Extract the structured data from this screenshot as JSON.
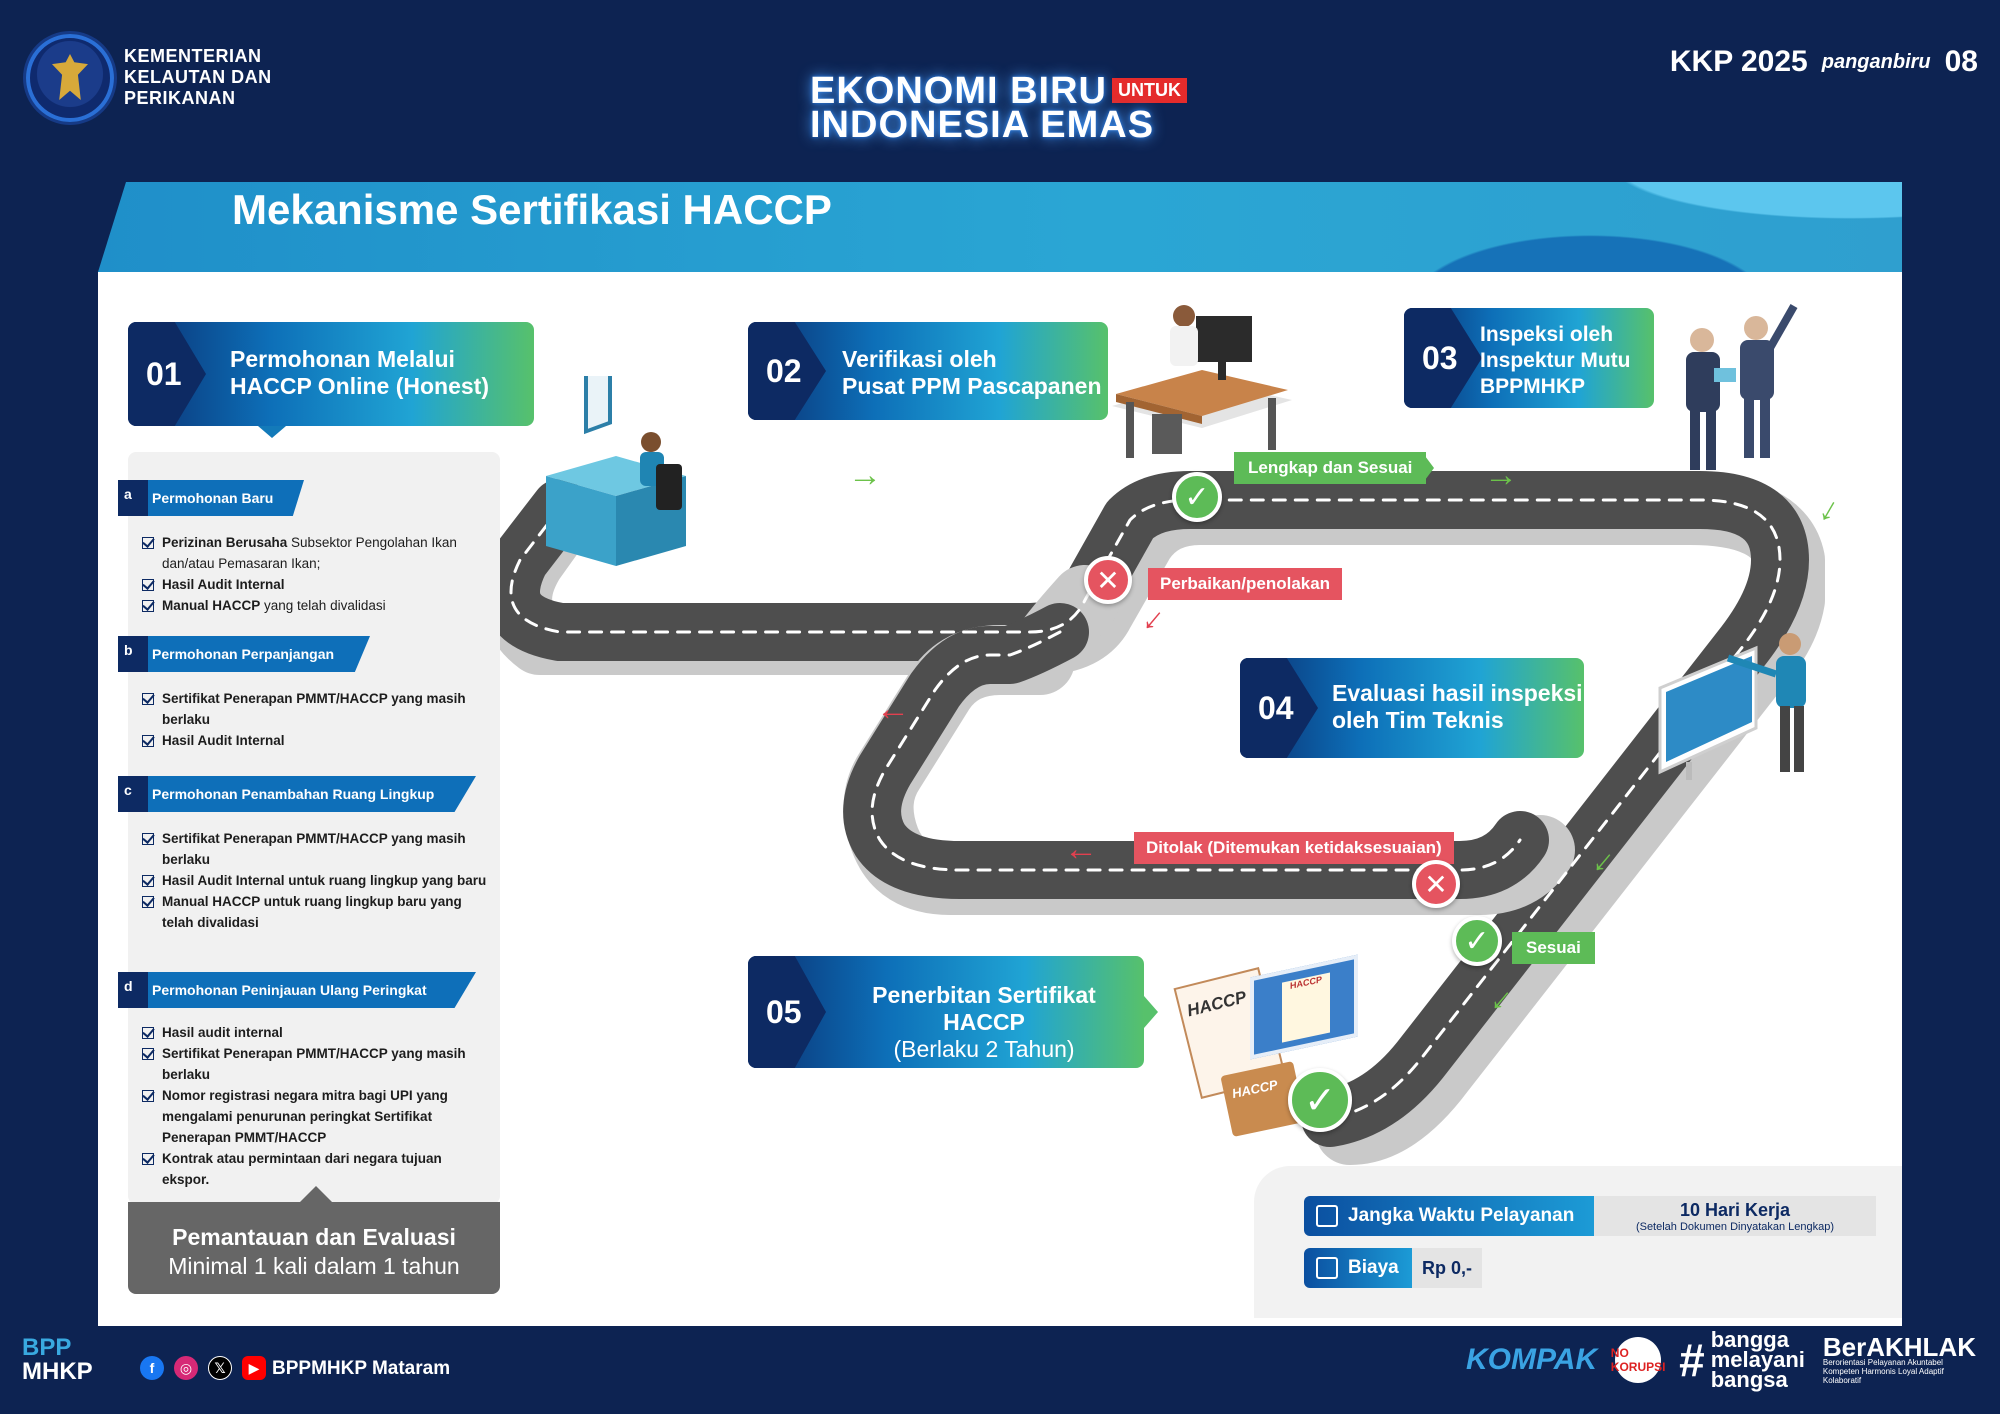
{
  "header": {
    "ministry_name": "KEMENTERIAN KELAUTAN DAN PERIKANAN",
    "campaign_line1": "EKONOMI BIRU",
    "campaign_tag": "UNTUK",
    "campaign_line2": "INDONESIA EMAS",
    "partner_logos": [
      "KKP 2025",
      "panganbiru",
      "08"
    ]
  },
  "title": "Mekanisme Sertifikasi HACCP",
  "steps": [
    {
      "num": "01",
      "line1": "Permohonan Melalui",
      "line2": "HACCP Online (Honest)"
    },
    {
      "num": "02",
      "line1": "Verifikasi oleh",
      "line2": "Pusat PPM Pascapanen"
    },
    {
      "num": "03",
      "line1": "Inspeksi oleh",
      "line2": "Inspektur Mutu",
      "line3": "BPPMHKP"
    },
    {
      "num": "04",
      "line1": "Evaluasi hasil inspeksi",
      "line2": "oleh Tim Teknis"
    },
    {
      "num": "05",
      "line1": "Penerbitan Sertifikat HACCP",
      "line2": "(Berlaku 2 Tahun)"
    }
  ],
  "categories": [
    {
      "letter": "a",
      "label": "Permohonan Baru"
    },
    {
      "letter": "b",
      "label": "Permohonan Perpanjangan"
    },
    {
      "letter": "c",
      "label": "Permohonan Penambahan Ruang Lingkup"
    },
    {
      "letter": "d",
      "label": "Permohonan Peninjauan Ulang Peringkat"
    }
  ],
  "requirements": {
    "a1_bold": "Perizinan Berusaha",
    "a1_rest": " Subsektor Pengolahan Ikan dan/atau Pemasaran Ikan;",
    "a2": "Hasil Audit Internal",
    "a3_bold": "Manual HACCP",
    "a3_rest": " yang telah divalidasi",
    "b1": "Sertifikat Penerapan PMMT/HACCP yang masih berlaku",
    "b2": "Hasil Audit Internal",
    "c1": "Sertifikat Penerapan PMMT/HACCP yang masih berlaku",
    "c2": "Hasil Audit Internal untuk ruang lingkup yang baru",
    "c3": "Manual HACCP untuk ruang lingkup baru yang telah divalidasi",
    "d1": "Hasil audit internal",
    "d2": "Sertifikat Penerapan PMMT/HACCP yang masih berlaku",
    "d3": "Nomor registrasi negara mitra bagi UPI yang mengalami penurunan peringkat Sertifikat Penerapan PMMT/HACCP",
    "d4": "Kontrak atau permintaan dari negara tujuan ekspor."
  },
  "monitoring": {
    "line1": "Pemantauan dan Evaluasi",
    "line2": "Minimal 1 kali dalam 1 tahun"
  },
  "road_labels": {
    "lengkap": "Lengkap dan Sesuai",
    "perbaikan": "Perbaikan/penolakan",
    "ditolak": "Ditolak (Ditemukan ketidaksesuaian)",
    "sesuai": "Sesuai"
  },
  "documents": {
    "doc1": "HACCP",
    "doc2": "HACCP",
    "doc3": "HACCP"
  },
  "service": {
    "duration_label": "Jangka Waktu Pelayanan",
    "duration_value": "10 Hari Kerja",
    "duration_note": "(Setelah Dokumen Dinyatakan Lengkap)",
    "cost_label": "Biaya",
    "cost_value": "Rp 0,-"
  },
  "footer": {
    "logo_top": "BPP",
    "logo_bottom": "MHKP",
    "social_handle": "BPPMHKP Mataram",
    "kompak": "KOMPAK",
    "anti_corruption": "NO KORUPSI",
    "bangga_hash": "#",
    "bangga": [
      "bangga",
      "melayani",
      "bangsa"
    ],
    "berakhlak": "BerAKHLAK",
    "berakhlak_tagline": "Berorientasi Pelayanan Akuntabel Kompeten Harmonis Loyal Adaptif Kolaboratif"
  },
  "colors": {
    "navy": "#0d2352",
    "accent_blue": "#1c9bd6",
    "green": "#5dbb57",
    "red": "#e55460",
    "road": "#555555"
  }
}
